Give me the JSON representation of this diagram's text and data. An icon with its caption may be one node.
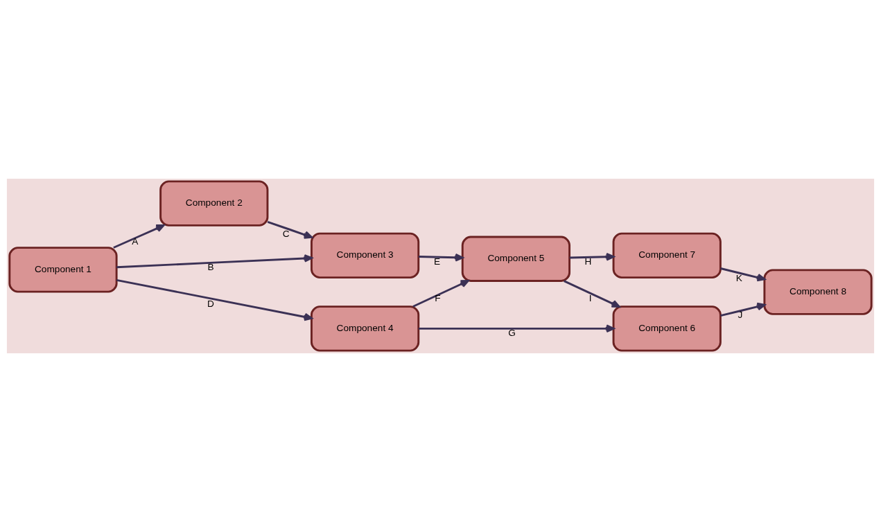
{
  "diagram": {
    "nodes": [
      {
        "text": [
          "Component 1"
        ]
      },
      {
        "text": [
          "Component 2"
        ]
      },
      {
        "text": [
          "Component 3"
        ]
      },
      {
        "text": [
          "Component 4"
        ]
      },
      {
        "text": [
          "Component 5"
        ]
      },
      {
        "text": [
          "Component 6"
        ]
      },
      {
        "text": [
          "Component 7"
        ]
      },
      {
        "text": [
          "Component 8"
        ]
      }
    ],
    "edges": [
      {
        "from": 0,
        "to": 1,
        "arrow": "to",
        "label": "A"
      },
      {
        "from": 0,
        "to": 2,
        "arrow": "to",
        "label": "B"
      },
      {
        "from": 1,
        "to": 2,
        "arrow": "to",
        "label": "C"
      },
      {
        "from": 0,
        "to": 3,
        "arrow": "to",
        "label": "D"
      },
      {
        "from": 2,
        "to": 4,
        "arrow": "to",
        "label": "E"
      },
      {
        "from": 3,
        "to": 4,
        "arrow": "to",
        "label": "F"
      },
      {
        "from": 3,
        "to": 5,
        "arrow": "to",
        "label": "G"
      },
      {
        "from": 4,
        "to": 6,
        "arrow": "to",
        "label": "H"
      },
      {
        "from": 4,
        "to": 5,
        "arrow": "to",
        "label": "I"
      },
      {
        "from": 5,
        "to": 7,
        "arrow": "to",
        "label": "J"
      },
      {
        "from": 6,
        "to": 7,
        "arrow": "to",
        "label": "K"
      }
    ]
  }
}
